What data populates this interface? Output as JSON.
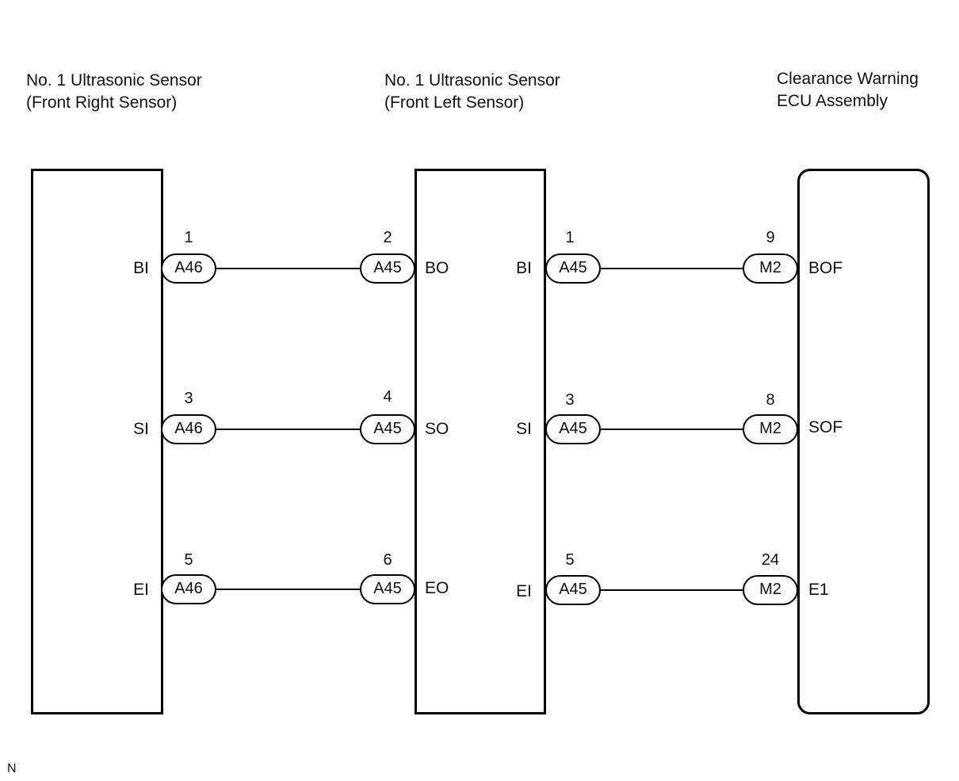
{
  "components": [
    {
      "id": "front-right",
      "title_line1": "No. 1 Ultrasonic Sensor",
      "title_line2": "(Front Right Sensor)"
    },
    {
      "id": "front-left",
      "title_line1": "No. 1 Ultrasonic Sensor",
      "title_line2": "(Front Left Sensor)"
    },
    {
      "id": "ecu",
      "title_line1": "Clearance Warning",
      "title_line2": "ECU Assembly"
    }
  ],
  "rows": [
    {
      "a": {
        "signal": "BI",
        "connector": "A46",
        "pin": "1"
      },
      "b": {
        "signal": "BO",
        "connector": "A45",
        "pin": "2"
      },
      "c": {
        "signal": "BI",
        "connector": "A45",
        "pin": "1"
      },
      "d": {
        "signal": "BOF",
        "connector": "M2",
        "pin": "9"
      }
    },
    {
      "a": {
        "signal": "SI",
        "connector": "A46",
        "pin": "3"
      },
      "b": {
        "signal": "SO",
        "connector": "A45",
        "pin": "4"
      },
      "c": {
        "signal": "SI",
        "connector": "A45",
        "pin": "3"
      },
      "d": {
        "signal": "SOF",
        "connector": "M2",
        "pin": "8"
      }
    },
    {
      "a": {
        "signal": "EI",
        "connector": "A46",
        "pin": "5"
      },
      "b": {
        "signal": "EO",
        "connector": "A45",
        "pin": "6"
      },
      "c": {
        "signal": "EI",
        "connector": "A45",
        "pin": "5"
      },
      "d": {
        "signal": "E1",
        "connector": "M2",
        "pin": "24"
      }
    }
  ],
  "footer_code": "N"
}
